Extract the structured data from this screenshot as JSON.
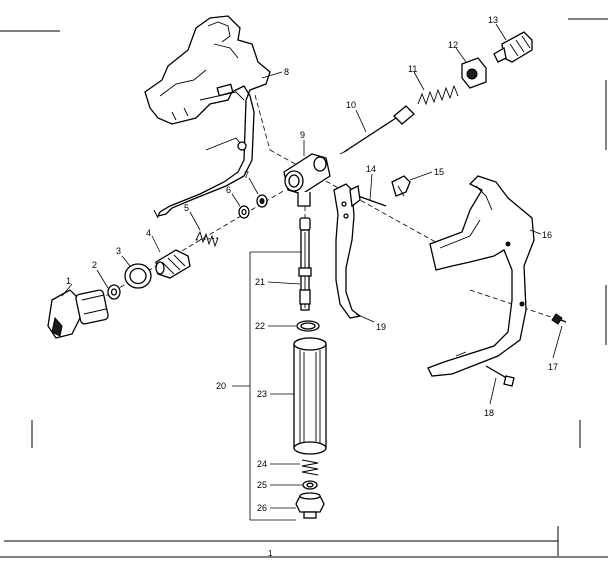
{
  "callouts": {
    "c1": "1",
    "c2": "2",
    "c3": "3",
    "c4": "4",
    "c5": "5",
    "c6": "6",
    "c7": "7",
    "c8": "8",
    "c9": "9",
    "c10": "10",
    "c11": "11",
    "c12": "12",
    "c13": "13",
    "c14": "14",
    "c15": "15",
    "c16": "16",
    "c17": "17",
    "c18": "18",
    "c19": "19",
    "c20": "20",
    "c21": "21",
    "c22": "22",
    "c23": "23",
    "c24": "24",
    "c25": "25",
    "c26": "26"
  },
  "footer": {
    "page_mark": "1"
  }
}
